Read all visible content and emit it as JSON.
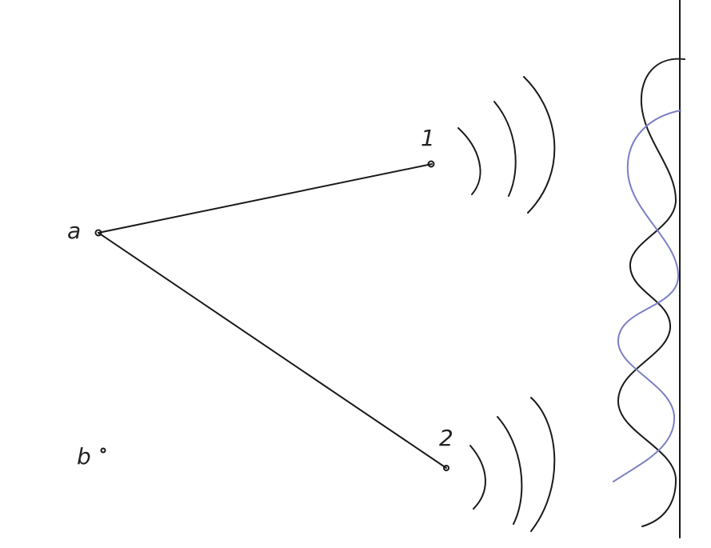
{
  "labels": {
    "point_a": "a",
    "point_b": "b",
    "slit_1": "1",
    "slit_2": "2"
  },
  "colors": {
    "ink": "#1a1a1a",
    "blue_wave": "#7b7fc4",
    "background": "#ffffff"
  }
}
